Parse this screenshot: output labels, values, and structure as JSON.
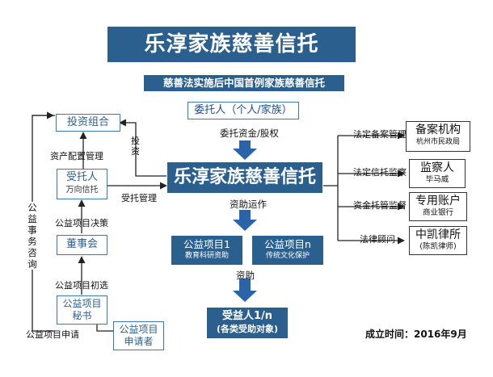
{
  "title": "乐淳家族慈善信托",
  "subtitle": "慈善法实施后中国首例家族慈善信托",
  "settlor": "委托人（个人/家族）",
  "settlor_flow": "委托资金/股权",
  "center": "乐淳家族慈善信托",
  "center_flow": "资助运作",
  "projects": [
    {
      "name": "公益项目1",
      "desc": "教育科研资助"
    },
    {
      "name": "公益项目n",
      "desc": "传统文化保护"
    }
  ],
  "projects_flow": "资助",
  "beneficiary": {
    "name": "受益人1/n",
    "desc": "(各类受助对象)"
  },
  "founded": "成立时间：2016年9月",
  "left": {
    "portfolio": "投资组合",
    "invest_label": "投\n资",
    "asset_mgmt": "资产配置管理",
    "trustee": {
      "name": "受托人",
      "desc": "万向信托"
    },
    "trust_mgmt": "受托管理",
    "decision": "公益项目决策",
    "board": "董事会",
    "prescreen": "公益项目初选",
    "secretary": {
      "name": "公益项目",
      "desc": "秘书"
    },
    "applicant": {
      "name": "公益项目",
      "desc": "申请者"
    },
    "apply": "公益项目申请",
    "consult": "公\n益\n事\n务\n咨\n询"
  },
  "right": [
    {
      "label": "法定备案管理",
      "name": "备案机构",
      "desc": "杭州市民政局"
    },
    {
      "label": "法定信托监察",
      "name": "监察人",
      "desc": "毕马威"
    },
    {
      "label": "资金托管监督",
      "name": "专用账户",
      "desc": "商业银行"
    },
    {
      "label": "法律顾问",
      "name": "中凯律所",
      "desc": "(陈凯律师)"
    }
  ]
}
